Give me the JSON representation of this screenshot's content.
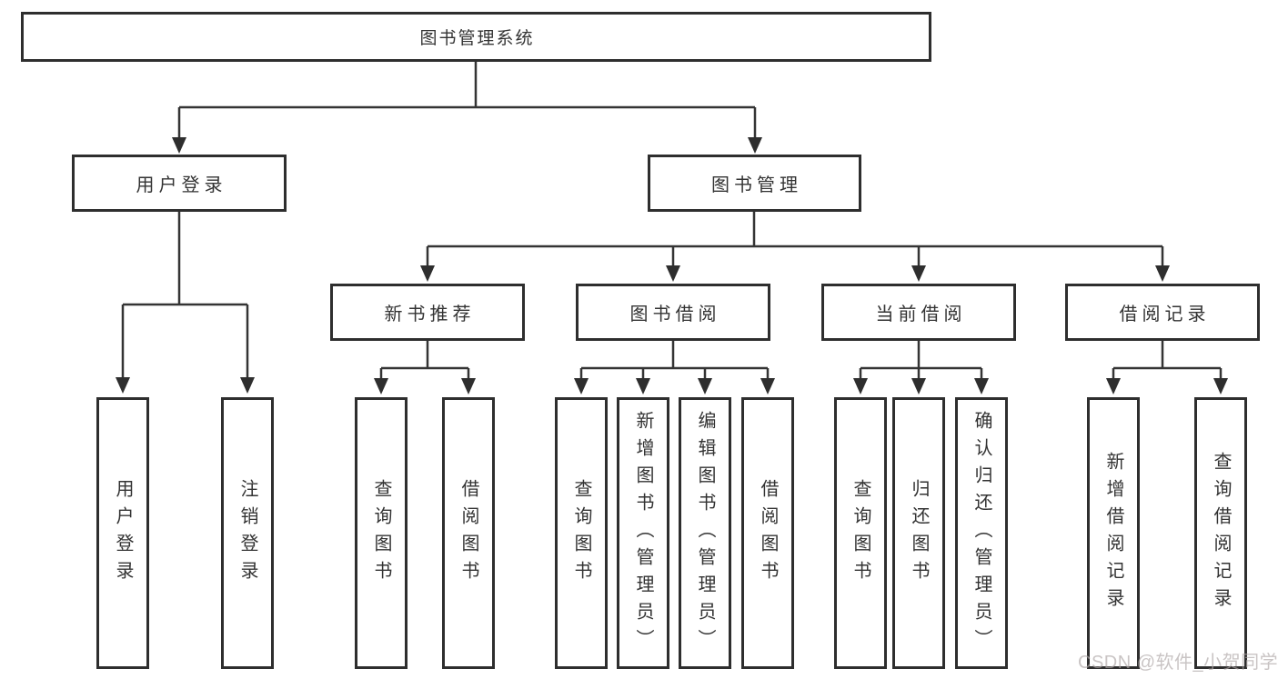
{
  "diagram": {
    "title": "图书管理系统",
    "level2": {
      "user_login": "用户登录",
      "book_mgmt": "图书管理"
    },
    "level3": {
      "new_book_rec": "新书推荐",
      "book_borrow": "图书借阅",
      "current_borrow": "当前借阅",
      "borrow_records": "借阅记录"
    },
    "leaves": {
      "user_login": [
        "用户登录",
        "注销登录"
      ],
      "new_book_rec": [
        "查询图书",
        "借阅图书"
      ],
      "book_borrow": [
        "查询图书",
        "新增图书（管理员）",
        "编辑图书（管理员）",
        "借阅图书"
      ],
      "current_borrow": [
        "查询图书",
        "归还图书",
        "确认归还（管理员）"
      ],
      "borrow_records": [
        "新增借阅记录",
        "查询借阅记录"
      ]
    }
  },
  "watermark": {
    "text": "CSDN @软件_小贺同学"
  },
  "colors": {
    "line": "#343434",
    "box_border": "#2e2e2e",
    "text": "#333333",
    "background": "#ffffff",
    "watermark": "#c9c2c2"
  }
}
